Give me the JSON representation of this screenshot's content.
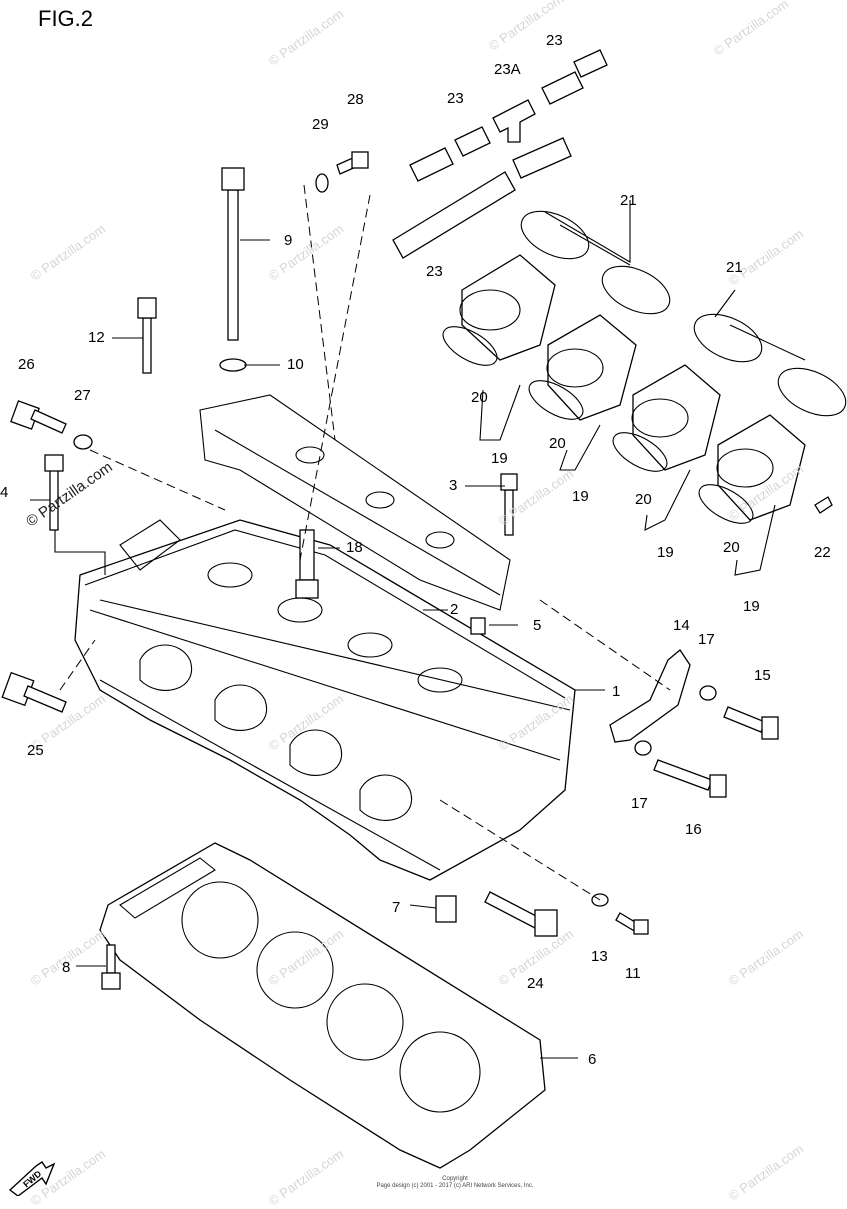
{
  "title": "FIG.2",
  "watermark": "© Partzilla.com",
  "copyright_lines": [
    "Copyright",
    "Page design (c) 2001 - 2017 (c) ARI Network Services, Inc."
  ],
  "fwd_label": "FWD",
  "callouts": {
    "c1": "1",
    "c2": "2",
    "c3": "3",
    "c4": "4",
    "c5": "5",
    "c6": "6",
    "c7": "7",
    "c8": "8",
    "c9": "9",
    "c10": "10",
    "c11": "11",
    "c12": "12",
    "c13": "13",
    "c14": "14",
    "c15": "15",
    "c16": "16",
    "c17a": "17",
    "c17b": "17",
    "c18": "18",
    "c19a": "19",
    "c19b": "19",
    "c19c": "19",
    "c19d": "19",
    "c20a": "20",
    "c20b": "20",
    "c20c": "20",
    "c20d": "20",
    "c21a": "21",
    "c21b": "21",
    "c22": "22",
    "c23a": "23",
    "c23b": "23",
    "c23c": "23",
    "c23A": "23A",
    "c24": "24",
    "c25": "25",
    "c26": "26",
    "c27": "27",
    "c28": "28",
    "c29": "29"
  }
}
